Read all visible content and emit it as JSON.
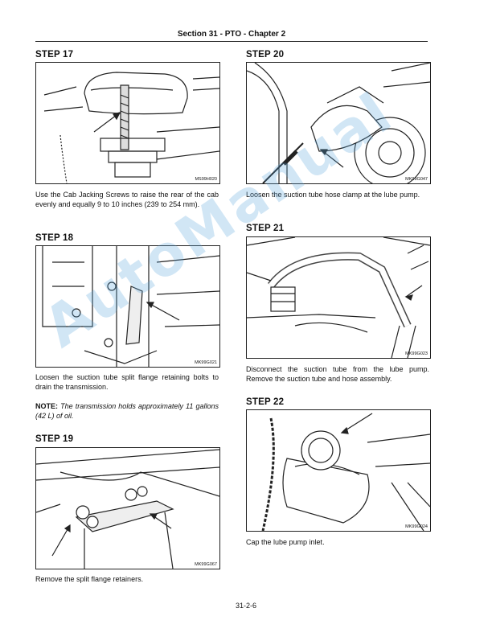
{
  "header": {
    "title": "Section 31 - PTO - Chapter 2"
  },
  "left_column": {
    "step17": {
      "title": "STEP  17",
      "figure_code": "MS99H020",
      "caption": "Use the Cab Jacking Screws to raise the rear of the cab evenly and equally 9 to 10 inches (239 to 254 mm)."
    },
    "step18": {
      "title": "STEP  18",
      "figure_code": "MK99G021",
      "caption": "Loosen the suction tube split flange retaining bolts to drain the transmission.",
      "note_label": "NOTE:",
      "note_body": " The transmission holds approximately 11 gallons (42 L) of oil."
    },
    "step19": {
      "title": "STEP  19",
      "figure_code": "MK99G067",
      "caption": "Remove the split flange retainers."
    }
  },
  "right_column": {
    "step20": {
      "title": "STEP  20",
      "figure_code": "MK99G047",
      "caption": "Loosen the suction tube hose clamp at the lube pump."
    },
    "step21": {
      "title": "STEP  21",
      "figure_code": "MK99G023",
      "caption": "Disconnect the suction tube from the lube pump. Remove the suction tube and hose assembly."
    },
    "step22": {
      "title": "STEP  22",
      "figure_code": "MK99G024",
      "caption": "Cap the lube pump inlet."
    }
  },
  "watermark": {
    "text": "AutoManual"
  },
  "footer": {
    "page_number": "31-2-6"
  }
}
